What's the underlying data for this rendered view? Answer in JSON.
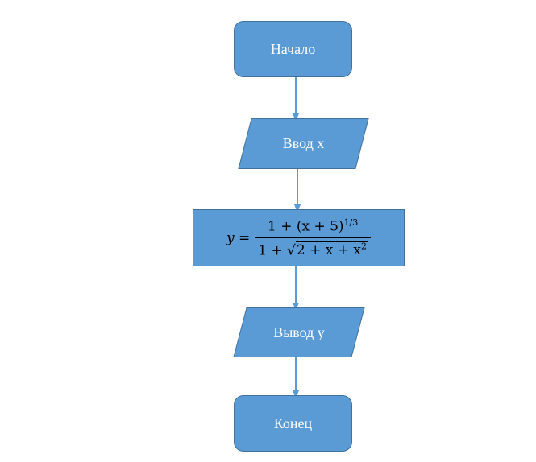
{
  "flowchart": {
    "start_label": "Начало",
    "input_label": "Ввод x",
    "formula": {
      "lhs": "y =",
      "numerator": "1 + (x + 5)",
      "numerator_exponent": "1/3",
      "denominator_prefix": "1 + √",
      "denominator_radicand": "2 + x + x",
      "radicand_exponent": "2"
    },
    "output_label": "Вывод y",
    "end_label": "Конец"
  },
  "colors": {
    "shape_fill": "#5b9bd5",
    "shape_border": "#41719c",
    "connector": "#5b9bd5",
    "label_text": "#ffffff",
    "formula_text": "#000000"
  }
}
